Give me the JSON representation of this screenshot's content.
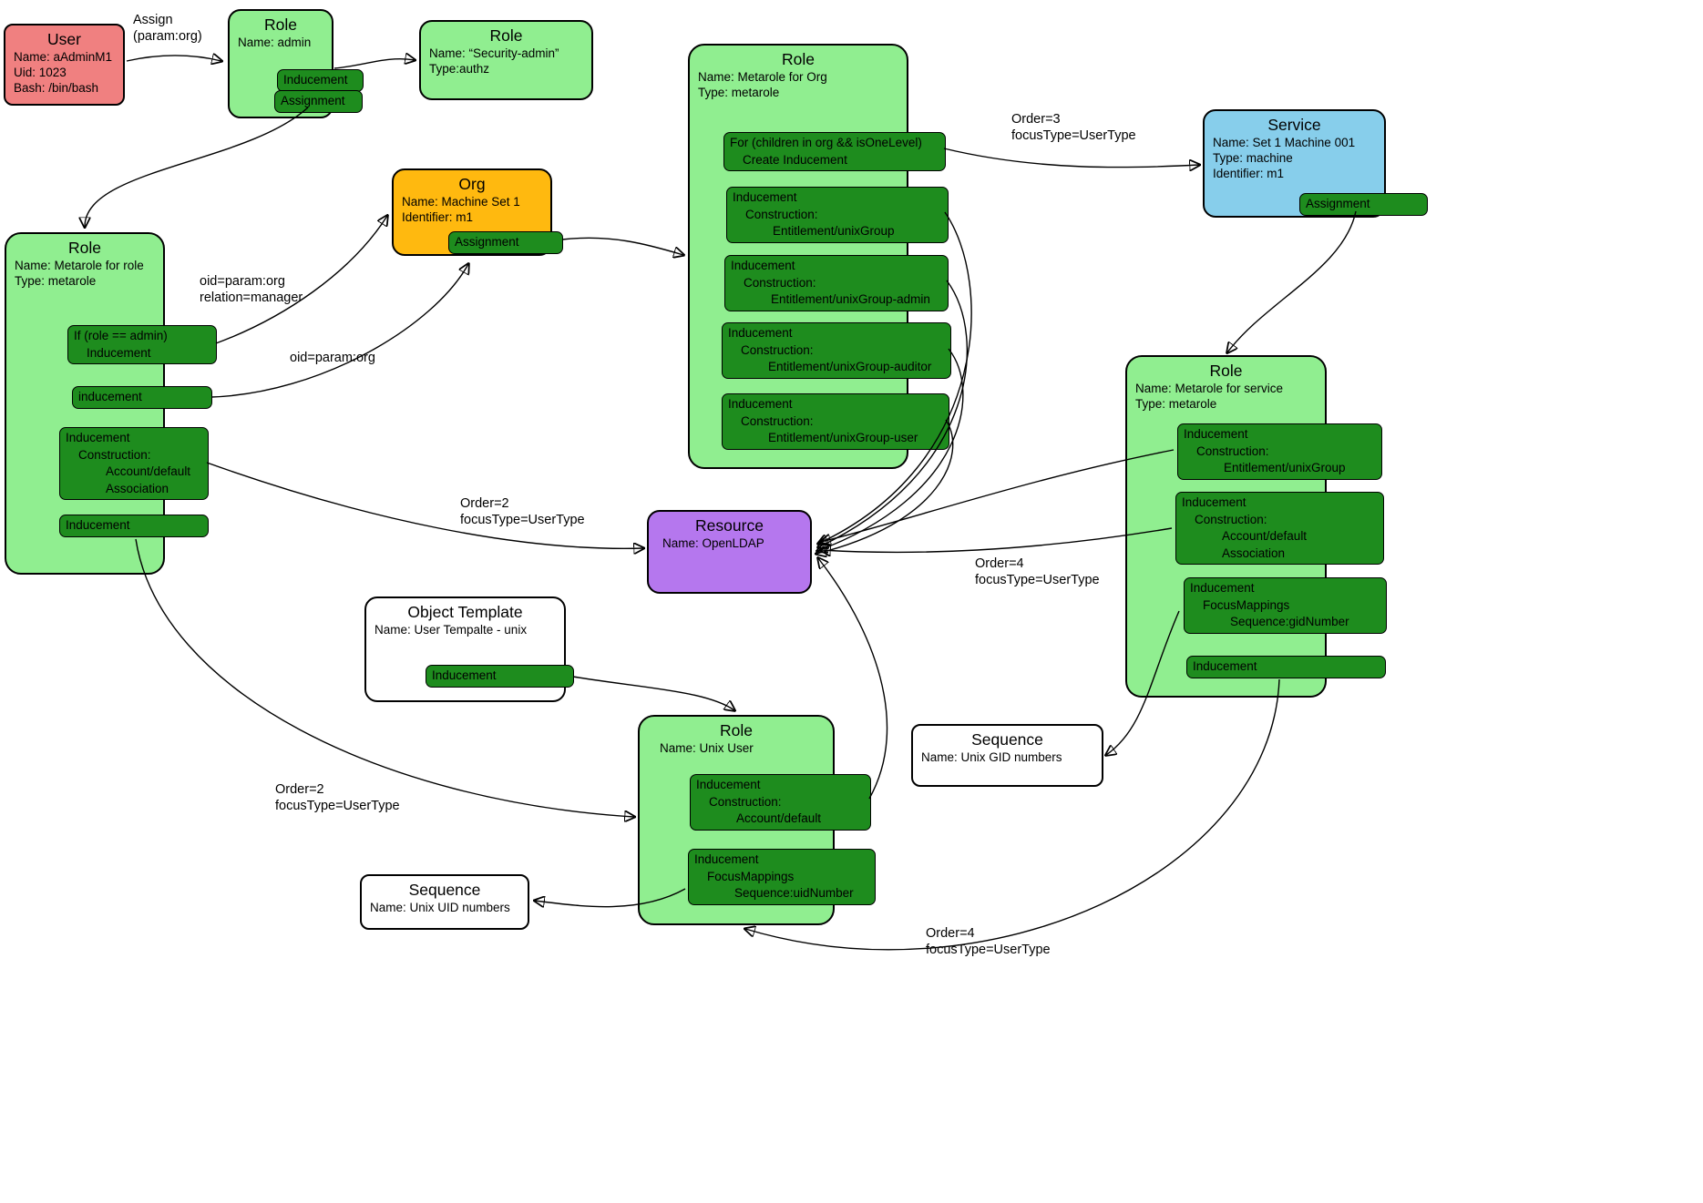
{
  "diagram": {
    "colors": {
      "role_green": "#90EE90",
      "chip_green": "#1e8c1e",
      "user_red": "#F08080",
      "org_orange": "#FFB90F",
      "service_blue": "#87CEEB",
      "resource_purple": "#B577EE",
      "plain_white": "#FFFFFF"
    },
    "nodes": {
      "user": {
        "title": "User",
        "lines": [
          "Name: aAdminM1",
          "Uid: 1023",
          "Bash: /bin/bash"
        ]
      },
      "role_admin": {
        "title": "Role",
        "lines": [
          "Name: admin"
        ],
        "chips": {
          "inducement": "Inducement",
          "assignment": "Assignment"
        }
      },
      "role_security_admin": {
        "title": "Role",
        "lines": [
          "Name: “Security-admin”",
          "Type:authz"
        ]
      },
      "metarole_org": {
        "title": "Role",
        "lines": [
          "Name: Metarole for Org",
          "Type: metarole"
        ],
        "chips": {
          "for": [
            "For (children in org && isOneLevel)",
            "Create Inducement"
          ],
          "unixgroup": [
            "Inducement",
            "Construction:",
            "Entitlement/unixGroup"
          ],
          "unixgroup_admin": [
            "Inducement",
            "Construction:",
            "Entitlement/unixGroup-admin"
          ],
          "unixgroup_auditor": [
            "Inducement",
            "Construction:",
            "Entitlement/unixGroup-auditor"
          ],
          "unixgroup_user": [
            "Inducement",
            "Construction:",
            "Entitlement/unixGroup-user"
          ]
        }
      },
      "service": {
        "title": "Service",
        "lines": [
          "Name: Set 1 Machine 001",
          "Type: machine",
          "Identifier: m1"
        ],
        "chips": {
          "assignment": "Assignment"
        }
      },
      "org": {
        "title": "Org",
        "lines": [
          "Name: Machine Set 1",
          "Identifier: m1"
        ],
        "chips": {
          "assignment": "Assignment"
        }
      },
      "metarole_role": {
        "title": "Role",
        "lines": [
          "Name: Metarole for role",
          "Type: metarole"
        ],
        "chips": {
          "if_admin": [
            "If (role == admin)",
            "Inducement"
          ],
          "inducement_lower": "inducement",
          "construction": [
            "Inducement",
            "Construction:",
            "Account/default",
            "Association"
          ],
          "inducement_bottom": "Inducement"
        }
      },
      "resource": {
        "title": "Resource",
        "lines": [
          "Name: OpenLDAP"
        ]
      },
      "object_template": {
        "title": "Object Template",
        "lines": [
          "Name: User Tempalte - unix"
        ],
        "chips": {
          "inducement": "Inducement"
        }
      },
      "metarole_service": {
        "title": "Role",
        "lines": [
          "Name: Metarole for service",
          "Type: metarole"
        ],
        "chips": {
          "unixgroup": [
            "Inducement",
            "Construction:",
            "Entitlement/unixGroup"
          ],
          "account": [
            "Inducement",
            "Construction:",
            "Account/default",
            "Association"
          ],
          "gid": [
            "Inducement",
            "FocusMappings",
            "Sequence:gidNumber"
          ],
          "inducement_bottom": "Inducement"
        }
      },
      "sequence_gid": {
        "title": "Sequence",
        "lines": [
          "Name: Unix GID numbers"
        ]
      },
      "role_unix_user": {
        "title": "Role",
        "lines": [
          "Name: Unix User"
        ],
        "chips": {
          "account": [
            "Inducement",
            "Construction:",
            "Account/default"
          ],
          "uid": [
            "Inducement",
            "FocusMappings",
            "Sequence:uidNumber"
          ]
        }
      },
      "sequence_uid": {
        "title": "Sequence",
        "lines": [
          "Name: Unix UID numbers"
        ]
      }
    },
    "edge_labels": {
      "assign": [
        "Assign",
        "(param:org)"
      ],
      "order3": [
        "Order=3",
        "focusType=UserType"
      ],
      "oid_manager": [
        "oid=param:org",
        "relation=manager"
      ],
      "oid": [
        "oid=param:org"
      ],
      "order2_resource": [
        "Order=2",
        "focusType=UserType"
      ],
      "order4_resource": [
        "Order=4",
        "focusType=UserType"
      ],
      "order2_role": [
        "Order=2",
        "focusType=UserType"
      ],
      "order4_role": [
        "Order=4",
        "focusType=UserType"
      ]
    }
  }
}
